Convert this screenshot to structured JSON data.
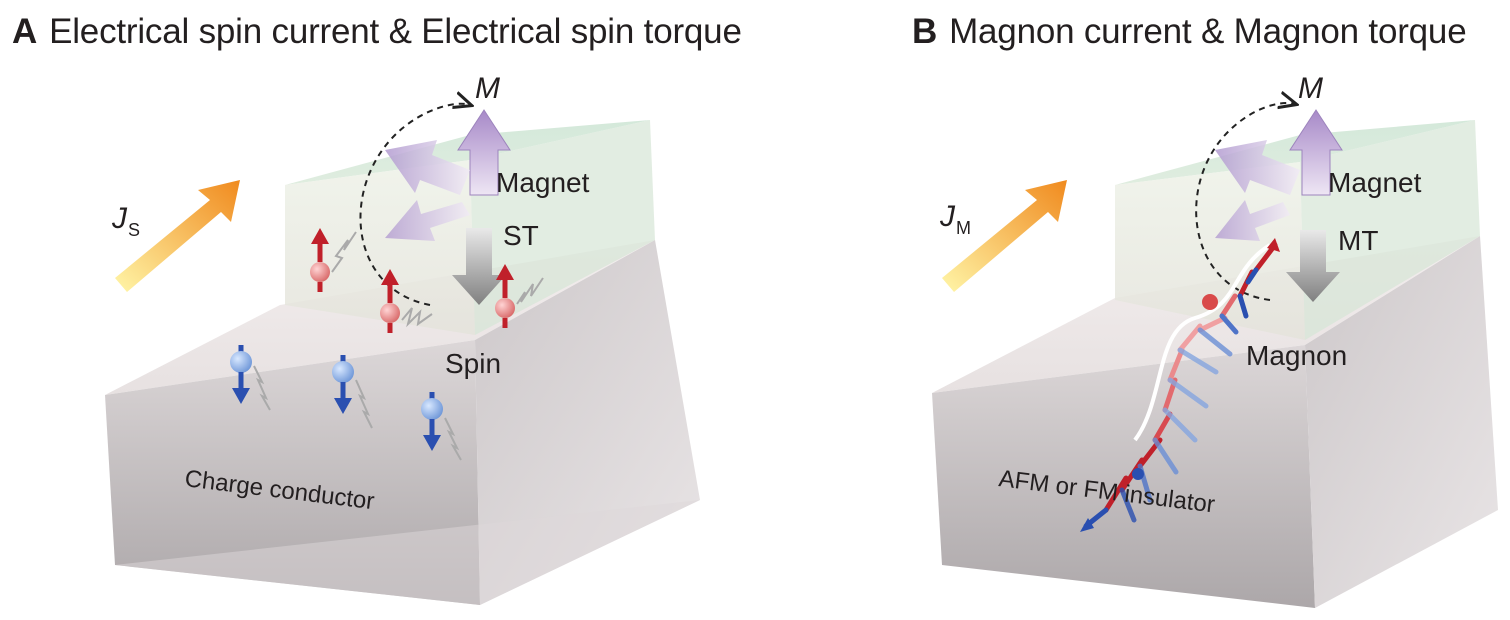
{
  "panels": [
    {
      "letter": "A",
      "title": "Electrical spin current & Electrical spin torque",
      "labels": {
        "current_symbol": "J",
        "current_subscript": "S",
        "m": "M",
        "magnet": "Magnet",
        "torque": "ST",
        "spin": "Spin",
        "material": "Charge conductor"
      }
    },
    {
      "letter": "B",
      "title": "Magnon current & Magnon torque",
      "labels": {
        "current_symbol": "J",
        "current_subscript": "M",
        "m": "M",
        "magnet": "Magnet",
        "torque": "MT",
        "magnon": "Magnon",
        "material": "AFM or FM insulator"
      }
    }
  ],
  "colors": {
    "magnet_top": "#cfe6d6",
    "magnet_front": "#e9eee2",
    "slab_top": "#ece6e6",
    "slab_front": "#c9c4c6",
    "slab_side": "#bdb8ba",
    "current_arrow_start": "#fff6a8",
    "current_arrow_end": "#f08a1e",
    "magnetization_arrow": "#b49ad0",
    "torque_arrow": "#8a8a8a",
    "spin_up": "#c0202a",
    "spin_down": "#2a4fb0",
    "title_text": "#231f20"
  },
  "icons": [
    "orange-current-arrow-icon",
    "purple-magnetization-arrow-icon",
    "gray-torque-arrow-icon",
    "red-spin-up-icon",
    "blue-spin-down-icon",
    "dashed-rotation-arc-icon"
  ]
}
